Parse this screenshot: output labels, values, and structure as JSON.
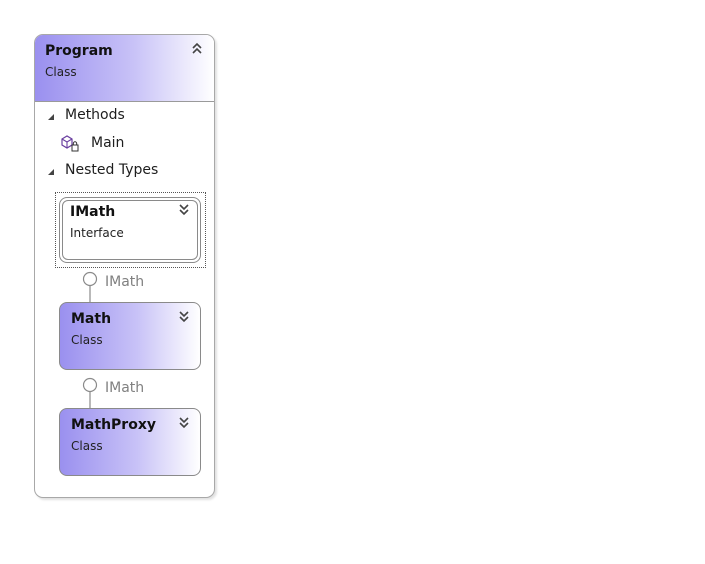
{
  "program": {
    "name": "Program",
    "kind": "Class",
    "collapse_icon": "double-chevron-up-icon",
    "sections": {
      "methods_label": "Methods",
      "nested_label": "Nested Types"
    },
    "methods": [
      {
        "name": "Main",
        "icon": "private-method-icon"
      }
    ]
  },
  "nested": {
    "imath": {
      "name": "IMath",
      "kind": "Interface",
      "expand_icon": "double-chevron-down-icon"
    },
    "math": {
      "name": "Math",
      "kind": "Class",
      "expand_icon": "double-chevron-down-icon",
      "implements": "IMath"
    },
    "mathproxy": {
      "name": "MathProxy",
      "kind": "Class",
      "expand_icon": "double-chevron-down-icon",
      "implements": "IMath"
    }
  },
  "colors": {
    "class_gradient_start": "#9a90ef",
    "class_gradient_mid": "#c8c2f7",
    "border": "#8a8a8a",
    "lollipop_label": "#808080"
  }
}
